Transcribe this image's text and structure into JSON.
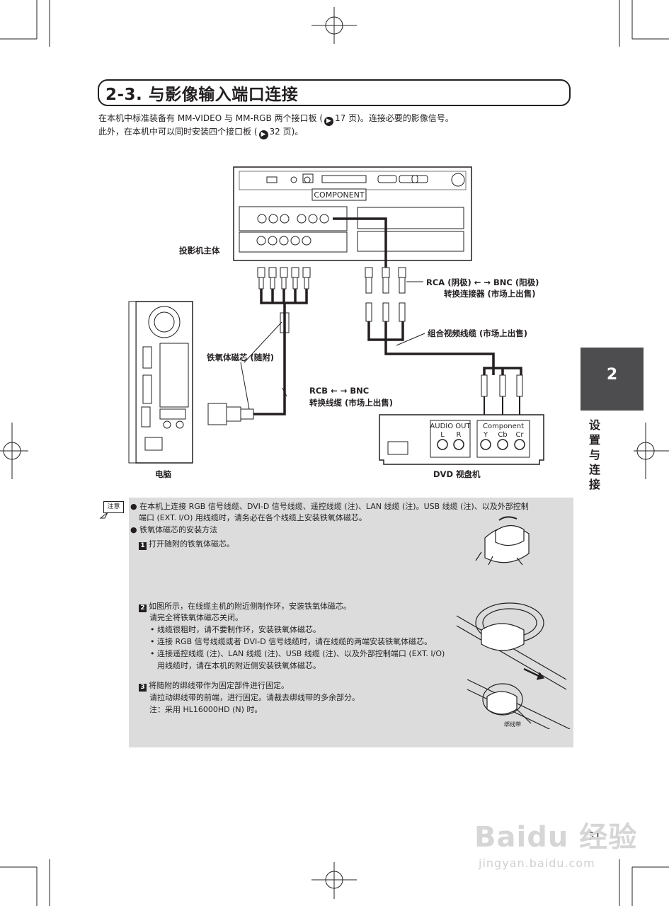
{
  "header": {
    "title": "2-3. 与影像输入端口连接",
    "intro_line1_a": "在本机中标准装备有 MM-VIDEO 与 MM-RGB 两个接口板 (",
    "intro_line1_ref": "17",
    "intro_line1_b": " 页)。连接必要的影像信号。",
    "intro_line2_a": "此外，在本机中可以同时安装四个接口板 (",
    "intro_line2_ref": "32",
    "intro_line2_b": " 页)。"
  },
  "diagram": {
    "projector_label": "投影机主体",
    "component_label": "COMPONENT",
    "rca_bnc_line1": "RCA (阴极) ←  → BNC (阳极)",
    "rca_bnc_line2": "转换连接器 (市场上出售)",
    "composite_cable": "组合视频线缆 (市场上出售)",
    "ferrite_label": "铁氧体磁芯 (随附)",
    "rcb_bnc_line1": "RCB ←  → BNC",
    "rcb_bnc_line2": "转换线缆 (市场上出售)",
    "computer_label": "电脑",
    "dvd_label": "DVD 视盘机",
    "audio_out": "AUDIO OUT",
    "audio_l": "L",
    "audio_r": "R",
    "component_out": "Component",
    "comp_y": "Y",
    "comp_cb": "Cb",
    "comp_cr": "Cr",
    "binding_label": "绑线带"
  },
  "side_tab": {
    "number": "2",
    "text": "设置与连接"
  },
  "notes": {
    "icon": "注意",
    "bullet1_line1": "在本机上连接 RGB 信号线缆、DVI-D 信号线缆、遥控线缆 (注)、LAN 线缆 (注)。USB 线缆 (注)、以及外部控制",
    "bullet1_line2": "端口 (EXT. I/O) 用线缆时，请务必在各个线缆上安装铁氧体磁芯。",
    "bullet2": "铁氧体磁芯的安装方法",
    "step1_num": "1",
    "step1": "打开随附的铁氧体磁芯。",
    "step2_num": "2",
    "step2": "如图所示，在线缆主机的附近侧制作环，安装铁氧体磁芯。",
    "step2_sub": "请完全将铁氧体磁芯关闭。",
    "step2_b1": "• 线缆很粗时，请不要制作环，安装铁氧体磁芯。",
    "step2_b2": "• 连接 RGB 信号线缆或者 DVI-D 信号线缆时，请在线缆的两端安装铁氧体磁芯。",
    "step2_b3a": "• 连接遥控线缆 (注)、LAN 线缆 (注)、USB 线缆 (注)、以及外部控制端口 (EXT. I/O)",
    "step2_b3b": "用线缆时，请在本机的附近侧安装铁氧体磁芯。",
    "step3_num": "3",
    "step3": "将随附的绑线带作为固定部件进行固定。",
    "step3_sub1": "请拉动绑线带的前端，进行固定。请裁去绑线带的多余部分。",
    "step3_sub2": "注：采用 HL16000HD (N) 时。"
  },
  "footer": {
    "page_number": "31",
    "watermark": "Baidu 经验",
    "watermark_url": "jingyan.baidu.com"
  }
}
